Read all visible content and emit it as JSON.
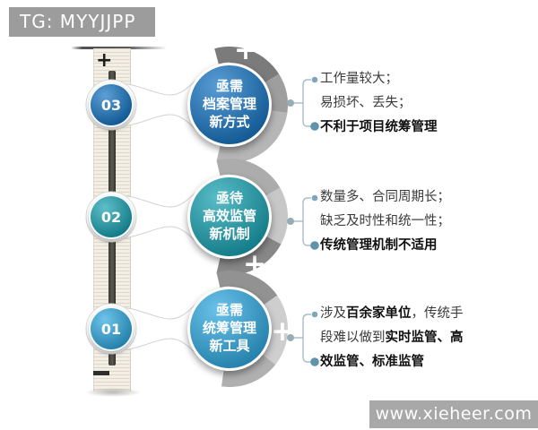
{
  "header": {
    "tag": "TG: MYYJJPP"
  },
  "ruler": {
    "plus": "+",
    "minus": ""
  },
  "glyphs": {
    "arc_plus": "+"
  },
  "colors": {
    "step1_blue": "#1172c2",
    "step2_teal": "#12a0b0",
    "step3_lightblue": "#2aa7e0",
    "arc_gray_dark": "#7b7b7b",
    "arc_gray_light": "#cecece",
    "bullet_teal": "#5e93a9"
  },
  "sections": [
    {
      "number": "03",
      "circle_lines": [
        "亟需",
        "档案管理",
        "新方式"
      ],
      "circle_color": "#1172c2",
      "notes": [
        {
          "runs": [
            {
              "t": "工作量较大；",
              "b": false
            }
          ]
        },
        {
          "runs": [
            {
              "t": "易损坏、丢失；",
              "b": false
            }
          ]
        },
        {
          "runs": [
            {
              "t": "不利于项目统筹管理",
              "b": true
            }
          ]
        }
      ]
    },
    {
      "number": "02",
      "circle_lines": [
        "亟待",
        "高效监管",
        "新机制"
      ],
      "circle_color": "#12a0b0",
      "notes": [
        {
          "runs": [
            {
              "t": "数量多、合同周期长；",
              "b": false
            }
          ]
        },
        {
          "runs": [
            {
              "t": "缺乏及时性和统一性；",
              "b": false
            }
          ]
        },
        {
          "runs": [
            {
              "t": "传统管理机制不适用",
              "b": true
            }
          ]
        }
      ]
    },
    {
      "number": "01",
      "circle_lines": [
        "亟需",
        "统筹管理",
        "新工具"
      ],
      "circle_color": "#2aa7e0",
      "notes": [
        {
          "runs": [
            {
              "t": "涉及",
              "b": false
            },
            {
              "t": "百余家单位",
              "b": true
            },
            {
              "t": "，传统手",
              "b": false
            }
          ]
        },
        {
          "runs": [
            {
              "t": "段难以做到",
              "b": false
            },
            {
              "t": "实时监管、高",
              "b": true
            }
          ]
        },
        {
          "runs": [
            {
              "t": "效监管、标准监管",
              "b": true
            }
          ]
        }
      ]
    }
  ],
  "watermark": {
    "text": "www.xieheer.com"
  }
}
